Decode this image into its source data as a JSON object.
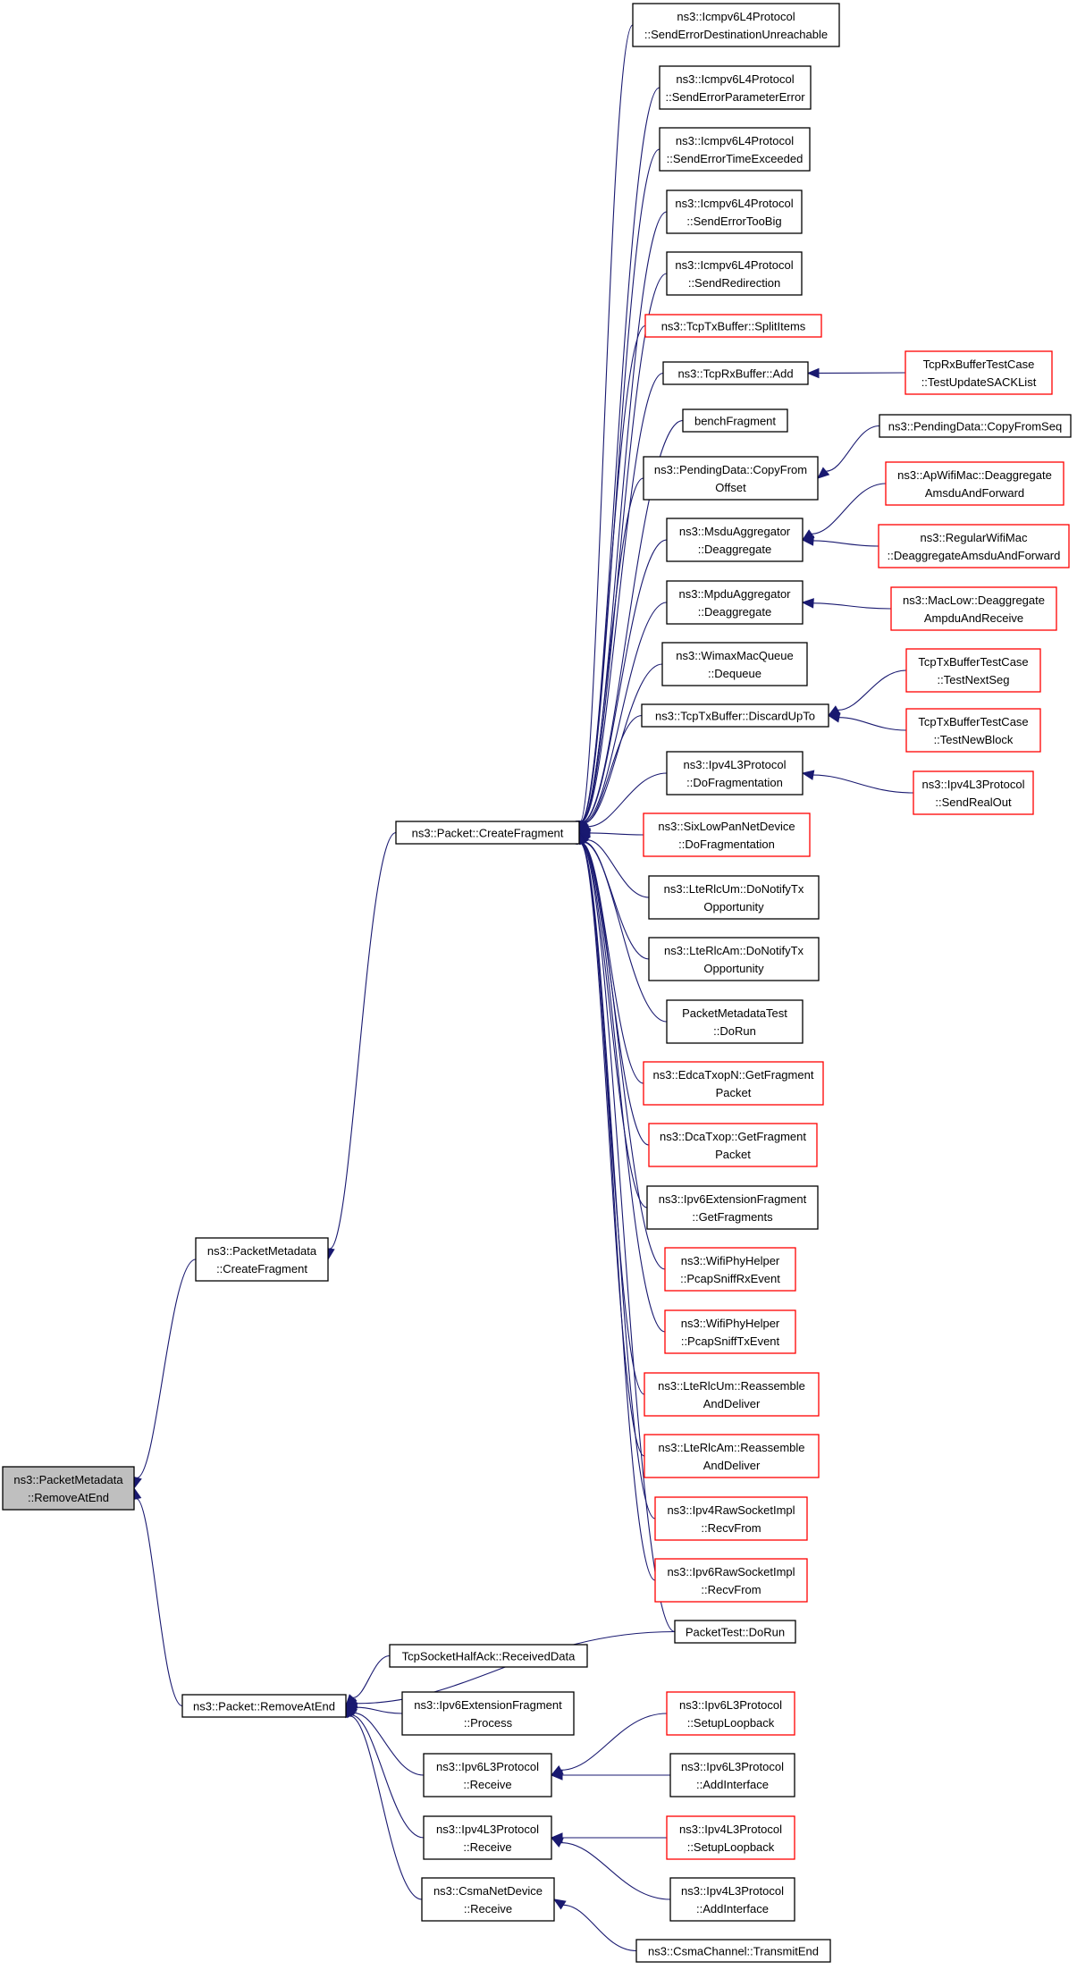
{
  "colors": {
    "edge": "#191970",
    "node_border_normal": "#000000",
    "node_border_truncated": "#ff0000",
    "node_fill": "#ffffff",
    "node_fill_focus": "#bfbfbf"
  },
  "nodes": [
    {
      "id": "n0",
      "lines": [
        "ns3::PacketMetadata",
        "::RemoveAtEnd"
      ],
      "style": "focus"
    },
    {
      "id": "n1",
      "lines": [
        "ns3::PacketMetadata",
        "::CreateFragment"
      ],
      "style": "normal"
    },
    {
      "id": "n2",
      "lines": [
        "ns3::Packet::RemoveAtEnd"
      ],
      "style": "normal"
    },
    {
      "id": "n3",
      "lines": [
        "ns3::Packet::CreateFragment"
      ],
      "style": "normal"
    },
    {
      "id": "n4",
      "lines": [
        "ns3::Icmpv6L4Protocol",
        "::SendErrorDestinationUnreachable"
      ],
      "style": "normal"
    },
    {
      "id": "n5",
      "lines": [
        "ns3::Icmpv6L4Protocol",
        "::SendErrorParameterError"
      ],
      "style": "normal"
    },
    {
      "id": "n6",
      "lines": [
        "ns3::Icmpv6L4Protocol",
        "::SendErrorTimeExceeded"
      ],
      "style": "normal"
    },
    {
      "id": "n7",
      "lines": [
        "ns3::Icmpv6L4Protocol",
        "::SendErrorTooBig"
      ],
      "style": "normal"
    },
    {
      "id": "n8",
      "lines": [
        "ns3::Icmpv6L4Protocol",
        "::SendRedirection"
      ],
      "style": "normal"
    },
    {
      "id": "n9",
      "lines": [
        "ns3::TcpTxBuffer::SplitItems"
      ],
      "style": "truncated"
    },
    {
      "id": "n10",
      "lines": [
        "ns3::TcpRxBuffer::Add"
      ],
      "style": "normal"
    },
    {
      "id": "n11",
      "lines": [
        "benchFragment"
      ],
      "style": "normal"
    },
    {
      "id": "n12",
      "lines": [
        "ns3::PendingData::CopyFrom",
        "Offset"
      ],
      "style": "normal"
    },
    {
      "id": "n13",
      "lines": [
        "ns3::MsduAggregator",
        "::Deaggregate"
      ],
      "style": "normal"
    },
    {
      "id": "n14",
      "lines": [
        "ns3::MpduAggregator",
        "::Deaggregate"
      ],
      "style": "normal"
    },
    {
      "id": "n15",
      "lines": [
        "ns3::WimaxMacQueue",
        "::Dequeue"
      ],
      "style": "normal"
    },
    {
      "id": "n16",
      "lines": [
        "ns3::TcpTxBuffer::DiscardUpTo"
      ],
      "style": "normal"
    },
    {
      "id": "n17",
      "lines": [
        "ns3::Ipv4L3Protocol",
        "::DoFragmentation"
      ],
      "style": "normal"
    },
    {
      "id": "n18",
      "lines": [
        "ns3::SixLowPanNetDevice",
        "::DoFragmentation"
      ],
      "style": "truncated"
    },
    {
      "id": "n19",
      "lines": [
        "ns3::LteRlcUm::DoNotifyTx",
        "Opportunity"
      ],
      "style": "normal"
    },
    {
      "id": "n20",
      "lines": [
        "ns3::LteRlcAm::DoNotifyTx",
        "Opportunity"
      ],
      "style": "normal"
    },
    {
      "id": "n21",
      "lines": [
        "PacketMetadataTest",
        "::DoRun"
      ],
      "style": "normal"
    },
    {
      "id": "n22",
      "lines": [
        "ns3::EdcaTxopN::GetFragment",
        "Packet"
      ],
      "style": "truncated"
    },
    {
      "id": "n23",
      "lines": [
        "ns3::DcaTxop::GetFragment",
        "Packet"
      ],
      "style": "truncated"
    },
    {
      "id": "n24",
      "lines": [
        "ns3::Ipv6ExtensionFragment",
        "::GetFragments"
      ],
      "style": "normal"
    },
    {
      "id": "n25",
      "lines": [
        "ns3::WifiPhyHelper",
        "::PcapSniffRxEvent"
      ],
      "style": "truncated"
    },
    {
      "id": "n26",
      "lines": [
        "ns3::WifiPhyHelper",
        "::PcapSniffTxEvent"
      ],
      "style": "truncated"
    },
    {
      "id": "n27",
      "lines": [
        "ns3::LteRlcUm::Reassemble",
        "AndDeliver"
      ],
      "style": "truncated"
    },
    {
      "id": "n28",
      "lines": [
        "ns3::LteRlcAm::Reassemble",
        "AndDeliver"
      ],
      "style": "truncated"
    },
    {
      "id": "n29",
      "lines": [
        "ns3::Ipv4RawSocketImpl",
        "::RecvFrom"
      ],
      "style": "truncated"
    },
    {
      "id": "n30",
      "lines": [
        "ns3::Ipv6RawSocketImpl",
        "::RecvFrom"
      ],
      "style": "truncated"
    },
    {
      "id": "n31",
      "lines": [
        "PacketTest::DoRun"
      ],
      "style": "normal"
    },
    {
      "id": "n32",
      "lines": [
        "TcpSocketHalfAck::ReceivedData"
      ],
      "style": "normal"
    },
    {
      "id": "n33",
      "lines": [
        "ns3::Ipv6ExtensionFragment",
        "::Process"
      ],
      "style": "normal"
    },
    {
      "id": "n34",
      "lines": [
        "ns3::Ipv6L3Protocol",
        "::Receive"
      ],
      "style": "normal"
    },
    {
      "id": "n35",
      "lines": [
        "ns3::Ipv4L3Protocol",
        "::Receive"
      ],
      "style": "normal"
    },
    {
      "id": "n36",
      "lines": [
        "ns3::CsmaNetDevice",
        "::Receive"
      ],
      "style": "normal"
    },
    {
      "id": "n37",
      "lines": [
        "TcpRxBufferTestCase",
        "::TestUpdateSACKList"
      ],
      "style": "truncated"
    },
    {
      "id": "n38",
      "lines": [
        "ns3::PendingData::CopyFromSeq"
      ],
      "style": "normal"
    },
    {
      "id": "n39",
      "lines": [
        "ns3::ApWifiMac::Deaggregate",
        "AmsduAndForward"
      ],
      "style": "truncated"
    },
    {
      "id": "n40",
      "lines": [
        "ns3::RegularWifiMac",
        "::DeaggregateAmsduAndForward"
      ],
      "style": "truncated"
    },
    {
      "id": "n41",
      "lines": [
        "ns3::MacLow::Deaggregate",
        "AmpduAndReceive"
      ],
      "style": "truncated"
    },
    {
      "id": "n42",
      "lines": [
        "TcpTxBufferTestCase",
        "::TestNextSeg"
      ],
      "style": "truncated"
    },
    {
      "id": "n43",
      "lines": [
        "TcpTxBufferTestCase",
        "::TestNewBlock"
      ],
      "style": "truncated"
    },
    {
      "id": "n44",
      "lines": [
        "ns3::Ipv4L3Protocol",
        "::SendRealOut"
      ],
      "style": "truncated"
    },
    {
      "id": "n45",
      "lines": [
        "ns3::Ipv6L3Protocol",
        "::SetupLoopback"
      ],
      "style": "truncated"
    },
    {
      "id": "n46",
      "lines": [
        "ns3::Ipv6L3Protocol",
        "::AddInterface"
      ],
      "style": "normal"
    },
    {
      "id": "n47",
      "lines": [
        "ns3::Ipv4L3Protocol",
        "::SetupLoopback"
      ],
      "style": "truncated"
    },
    {
      "id": "n48",
      "lines": [
        "ns3::Ipv4L3Protocol",
        "::AddInterface"
      ],
      "style": "normal"
    },
    {
      "id": "n49",
      "lines": [
        "ns3::CsmaChannel::TransmitEnd"
      ],
      "style": "normal"
    }
  ],
  "edges": [
    [
      "n0",
      "n1"
    ],
    [
      "n0",
      "n2"
    ],
    [
      "n1",
      "n3"
    ],
    [
      "n3",
      "n4"
    ],
    [
      "n3",
      "n5"
    ],
    [
      "n3",
      "n6"
    ],
    [
      "n3",
      "n7"
    ],
    [
      "n3",
      "n8"
    ],
    [
      "n3",
      "n9"
    ],
    [
      "n3",
      "n10"
    ],
    [
      "n3",
      "n11"
    ],
    [
      "n3",
      "n12"
    ],
    [
      "n3",
      "n13"
    ],
    [
      "n3",
      "n14"
    ],
    [
      "n3",
      "n15"
    ],
    [
      "n3",
      "n16"
    ],
    [
      "n3",
      "n17"
    ],
    [
      "n3",
      "n18"
    ],
    [
      "n3",
      "n19"
    ],
    [
      "n3",
      "n20"
    ],
    [
      "n3",
      "n21"
    ],
    [
      "n3",
      "n22"
    ],
    [
      "n3",
      "n23"
    ],
    [
      "n3",
      "n24"
    ],
    [
      "n3",
      "n25"
    ],
    [
      "n3",
      "n26"
    ],
    [
      "n3",
      "n27"
    ],
    [
      "n3",
      "n28"
    ],
    [
      "n3",
      "n29"
    ],
    [
      "n3",
      "n30"
    ],
    [
      "n3",
      "n31"
    ],
    [
      "n2",
      "n31"
    ],
    [
      "n2",
      "n32"
    ],
    [
      "n2",
      "n33"
    ],
    [
      "n2",
      "n34"
    ],
    [
      "n2",
      "n35"
    ],
    [
      "n2",
      "n36"
    ],
    [
      "n10",
      "n37"
    ],
    [
      "n12",
      "n38"
    ],
    [
      "n13",
      "n39"
    ],
    [
      "n13",
      "n40"
    ],
    [
      "n14",
      "n41"
    ],
    [
      "n16",
      "n42"
    ],
    [
      "n16",
      "n43"
    ],
    [
      "n17",
      "n44"
    ],
    [
      "n34",
      "n45"
    ],
    [
      "n34",
      "n46"
    ],
    [
      "n35",
      "n47"
    ],
    [
      "n35",
      "n48"
    ],
    [
      "n36",
      "n49"
    ]
  ]
}
